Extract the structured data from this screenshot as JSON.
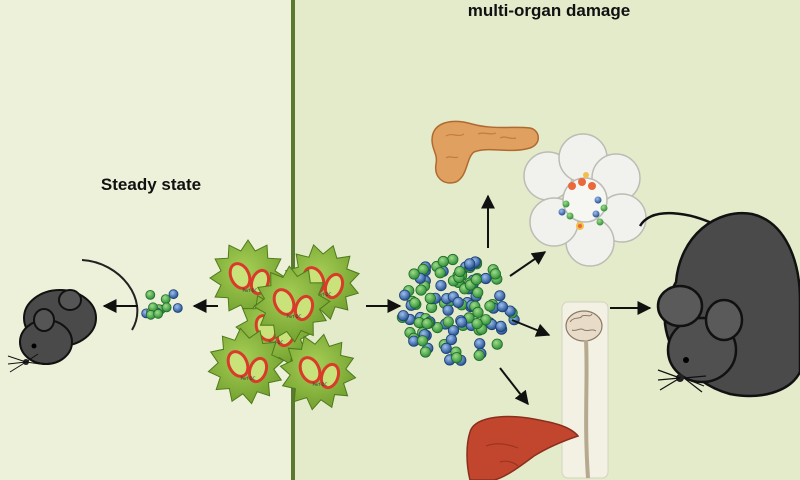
{
  "labels": {
    "top_right": "multi-organ damage",
    "left": "Steady state"
  },
  "cell_label": "Perf-DC",
  "colors": {
    "left_panel": "#eef1d9",
    "right_panel": "#e3ebcb",
    "divider": "#5a7a32",
    "dc_body": "#8cba3e",
    "dc_nucleus_edge": "#d93b2b",
    "t_cell_green": "#3fa447",
    "t_cell_blue": "#3468b0",
    "mouse": "#4a4a4a"
  },
  "icons": [
    "small-mouse-icon",
    "large-mouse-icon",
    "pancreas-icon",
    "islet-icon",
    "brain-spinal-cord-icon",
    "liver-icon"
  ]
}
